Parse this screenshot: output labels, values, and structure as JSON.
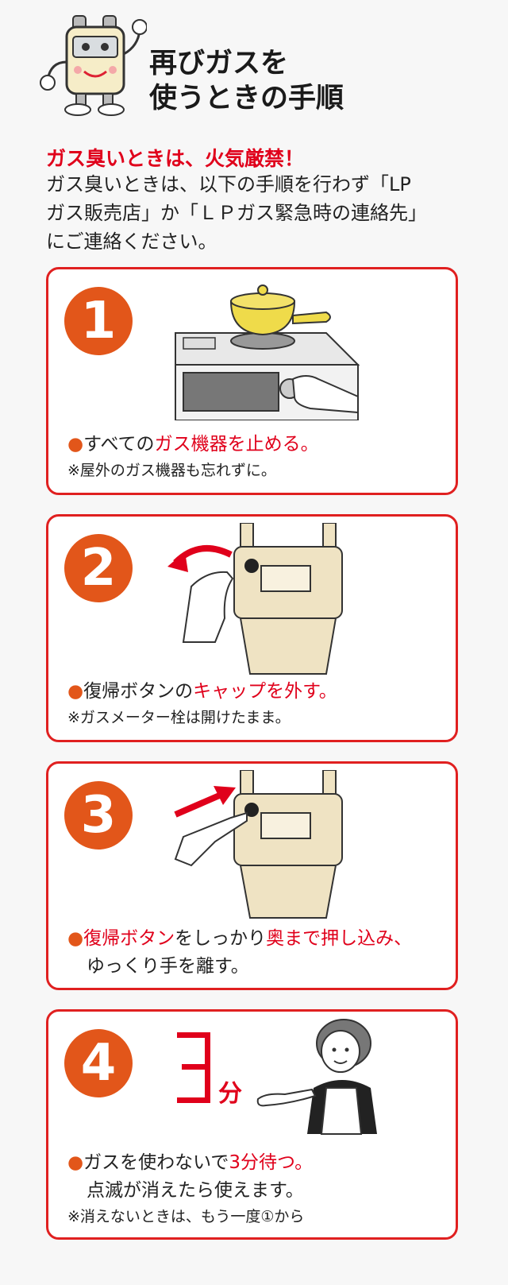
{
  "header": {
    "title_line1": "再びガスを",
    "title_line2": "使うときの手順"
  },
  "warning": {
    "heading": "ガス臭いときは、火気厳禁！",
    "body_line1": "ガス臭いときは、以下の手順を行わず「LP",
    "body_line2": "ガス販売店」か「ＬＰガス緊急時の連絡先」",
    "body_line3": "にご連絡ください。"
  },
  "steps": [
    {
      "number": "1",
      "bullet": "●",
      "text_a": "すべての",
      "text_red": "ガス機器を止める。",
      "note": "※屋外のガス機器も忘れずに。"
    },
    {
      "number": "2",
      "bullet": "●",
      "text_a": "復帰ボタンの",
      "text_red": "キャップを外す。",
      "note": "※ガスメーター栓は開けたまま。"
    },
    {
      "number": "3",
      "bullet": "●",
      "text_red1": "復帰ボタン",
      "text_a": "をしっかり",
      "text_red2": "奥まで押し込み、",
      "text_line2": "ゆっくり手を離す。"
    },
    {
      "number": "4",
      "bullet": "●",
      "digit": "3",
      "unit": "分",
      "text_a": "ガスを使わないで",
      "text_red": "3分待つ。",
      "text_line2": "点滅が消えたら使えます。",
      "note": "※消えないときは、もう一度①から"
    }
  ],
  "colors": {
    "accent_red": "#e0001b",
    "badge_orange": "#e2561a",
    "card_border": "#e02020"
  }
}
